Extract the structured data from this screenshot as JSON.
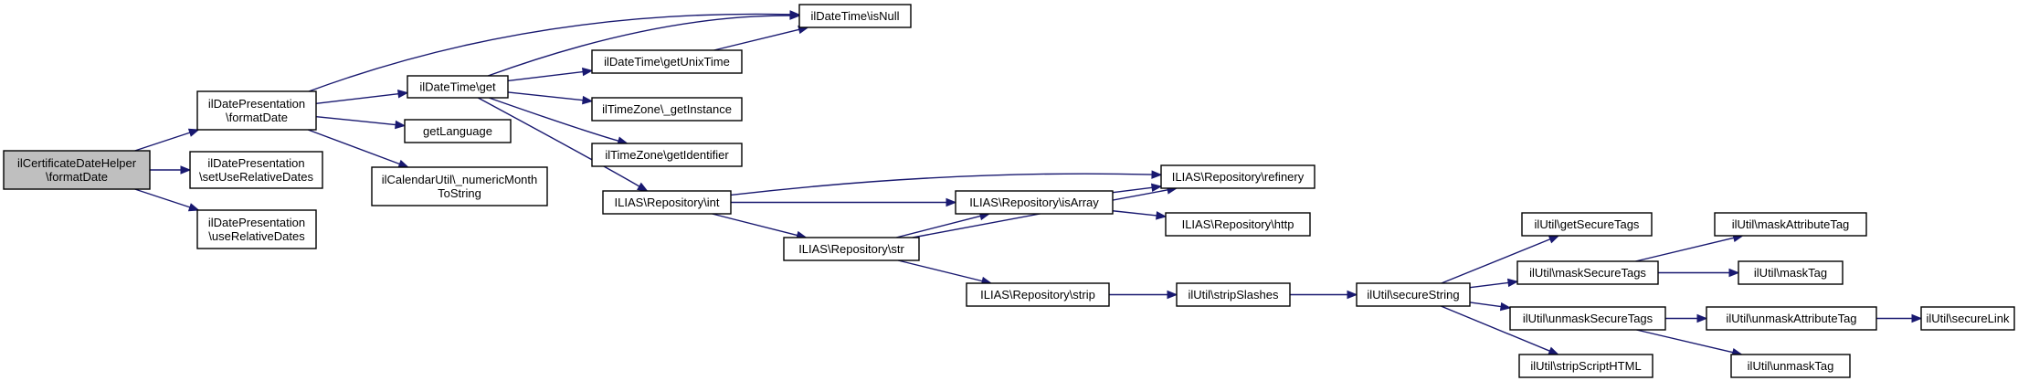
{
  "diagram": {
    "colors": {
      "edge": "#191970",
      "root_fill": "#bfbfbf",
      "node_fill": "#ffffff",
      "node_border": "#000000"
    },
    "nodes": [
      {
        "id": "cert",
        "lines": [
          "ilCertificateDateHelper",
          "\\formatDate"
        ],
        "root": true
      },
      {
        "id": "pres_format",
        "lines": [
          "ilDatePresentation",
          "\\formatDate"
        ]
      },
      {
        "id": "pres_setrel",
        "lines": [
          "ilDatePresentation",
          "\\setUseRelativeDates"
        ]
      },
      {
        "id": "pres_userel",
        "lines": [
          "ilDatePresentation",
          "\\useRelativeDates"
        ]
      },
      {
        "id": "dt_get",
        "lines": [
          "ilDateTime\\get"
        ]
      },
      {
        "id": "get_lang",
        "lines": [
          "getLanguage"
        ]
      },
      {
        "id": "cal_num",
        "lines": [
          "ilCalendarUtil\\_numericMonth",
          "ToString"
        ]
      },
      {
        "id": "dt_isnull",
        "lines": [
          "ilDateTime\\isNull"
        ]
      },
      {
        "id": "dt_unix",
        "lines": [
          "ilDateTime\\getUnixTime"
        ]
      },
      {
        "id": "tz_inst",
        "lines": [
          "ilTimeZone\\_getInstance"
        ]
      },
      {
        "id": "tz_ident",
        "lines": [
          "ilTimeZone\\getIdentifier"
        ]
      },
      {
        "id": "repo_int",
        "lines": [
          "ILIAS\\Repository\\int"
        ]
      },
      {
        "id": "repo_str",
        "lines": [
          "ILIAS\\Repository\\str"
        ]
      },
      {
        "id": "repo_isarray",
        "lines": [
          "ILIAS\\Repository\\isArray"
        ]
      },
      {
        "id": "repo_strip",
        "lines": [
          "ILIAS\\Repository\\strip"
        ]
      },
      {
        "id": "repo_refinery",
        "lines": [
          "ILIAS\\Repository\\refinery"
        ]
      },
      {
        "id": "repo_http",
        "lines": [
          "ILIAS\\Repository\\http"
        ]
      },
      {
        "id": "util_stripslashes",
        "lines": [
          "ilUtil\\stripSlashes"
        ]
      },
      {
        "id": "util_securestring",
        "lines": [
          "ilUtil\\secureString"
        ]
      },
      {
        "id": "util_getsecuretags",
        "lines": [
          "ilUtil\\getSecureTags"
        ]
      },
      {
        "id": "util_masksecuretags",
        "lines": [
          "ilUtil\\maskSecureTags"
        ]
      },
      {
        "id": "util_unmasksecuretags",
        "lines": [
          "ilUtil\\unmaskSecureTags"
        ]
      },
      {
        "id": "util_stripscript",
        "lines": [
          "ilUtil\\stripScriptHTML"
        ]
      },
      {
        "id": "util_maskattr",
        "lines": [
          "ilUtil\\maskAttributeTag"
        ]
      },
      {
        "id": "util_masktag",
        "lines": [
          "ilUtil\\maskTag"
        ]
      },
      {
        "id": "util_unmaskattr",
        "lines": [
          "ilUtil\\unmaskAttributeTag"
        ]
      },
      {
        "id": "util_unmasktag",
        "lines": [
          "ilUtil\\unmaskTag"
        ]
      },
      {
        "id": "util_securelink",
        "lines": [
          "ilUtil\\secureLink"
        ]
      }
    ],
    "edges": [
      {
        "from": "cert",
        "to": "pres_format"
      },
      {
        "from": "cert",
        "to": "pres_setrel"
      },
      {
        "from": "cert",
        "to": "pres_userel"
      },
      {
        "from": "pres_format",
        "to": "dt_get"
      },
      {
        "from": "pres_format",
        "to": "get_lang"
      },
      {
        "from": "pres_format",
        "to": "cal_num"
      },
      {
        "from": "pres_format",
        "to": "dt_isnull"
      },
      {
        "from": "dt_get",
        "to": "dt_isnull"
      },
      {
        "from": "dt_get",
        "to": "dt_unix"
      },
      {
        "from": "dt_get",
        "to": "tz_inst"
      },
      {
        "from": "dt_get",
        "to": "tz_ident"
      },
      {
        "from": "dt_get",
        "to": "repo_int"
      },
      {
        "from": "dt_unix",
        "to": "dt_isnull"
      },
      {
        "from": "repo_int",
        "to": "repo_refinery"
      },
      {
        "from": "repo_int",
        "to": "repo_isarray"
      },
      {
        "from": "repo_int",
        "to": "repo_str"
      },
      {
        "from": "repo_str",
        "to": "repo_isarray"
      },
      {
        "from": "repo_str",
        "to": "repo_refinery"
      },
      {
        "from": "repo_str",
        "to": "repo_strip"
      },
      {
        "from": "repo_isarray",
        "to": "repo_refinery"
      },
      {
        "from": "repo_isarray",
        "to": "repo_http"
      },
      {
        "from": "repo_strip",
        "to": "util_stripslashes"
      },
      {
        "from": "util_stripslashes",
        "to": "util_securestring"
      },
      {
        "from": "util_securestring",
        "to": "util_getsecuretags"
      },
      {
        "from": "util_securestring",
        "to": "util_masksecuretags"
      },
      {
        "from": "util_securestring",
        "to": "util_unmasksecuretags"
      },
      {
        "from": "util_securestring",
        "to": "util_stripscript"
      },
      {
        "from": "util_masksecuretags",
        "to": "util_maskattr"
      },
      {
        "from": "util_masksecuretags",
        "to": "util_masktag"
      },
      {
        "from": "util_unmasksecuretags",
        "to": "util_unmaskattr"
      },
      {
        "from": "util_unmasksecuretags",
        "to": "util_unmasktag"
      },
      {
        "from": "util_unmaskattr",
        "to": "util_securelink"
      }
    ]
  }
}
